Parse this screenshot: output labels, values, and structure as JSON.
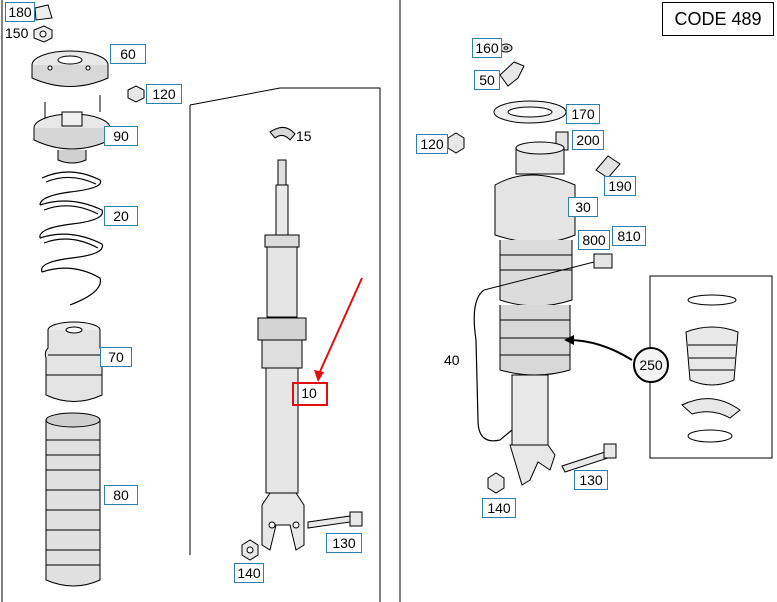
{
  "code_label": "CODE 489",
  "callouts": {
    "p180": "180",
    "p150": "150",
    "p60": "60",
    "p120_left": "120",
    "p90": "90",
    "p20": "20",
    "p70": "70",
    "p80": "80",
    "p15": "15",
    "p10": "10",
    "p130_left": "130",
    "p140_left": "140",
    "p160": "160",
    "p50": "50",
    "p170": "170",
    "p120_right": "120",
    "p200": "200",
    "p190": "190",
    "p30": "30",
    "p800": "800",
    "p810": "810",
    "p40": "40",
    "p250": "250",
    "p130_right": "130",
    "p140_right": "140"
  },
  "colors": {
    "callout_border": "#2f7fae",
    "highlight": "#e01010",
    "line": "#000000"
  }
}
